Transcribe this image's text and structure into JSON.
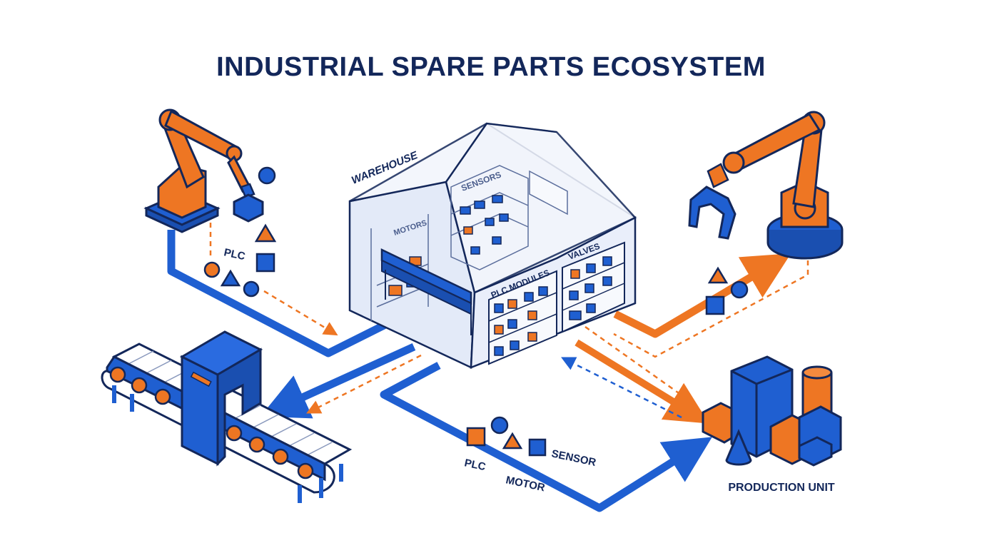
{
  "title": "INDUSTRIAL SPARE PARTS ECOSYSTEM",
  "labels": {
    "warehouse": "WAREHOUSE",
    "sensors": "SENSORS",
    "motors": "MOTORS",
    "plc_modules": "PLC MODULES",
    "valves": "VALVES",
    "plc_left": "PLC",
    "plc_bottom": "PLC",
    "motor": "MOTOR",
    "sensor": "SENSOR",
    "production_unit": "PRODUCTION UNIT"
  },
  "colors": {
    "navy": "#13275a",
    "blue": "#1f5fd1",
    "orange": "#ee7623",
    "glass": "#e8eef9"
  },
  "icons": [
    "robot-arm-left",
    "robot-arm-right",
    "conveyor",
    "warehouse",
    "production-unit"
  ]
}
